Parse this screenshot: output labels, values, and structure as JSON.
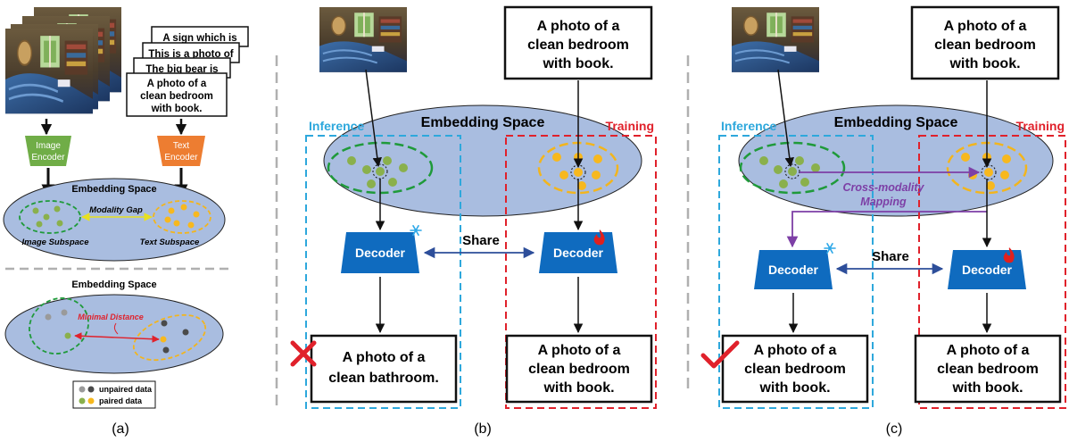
{
  "panel_a": {
    "caption_stack": [
      "A sign which is",
      "This is a photo of",
      "The big bear is"
    ],
    "caption_lines": [
      "A photo of a",
      "clean bedroom",
      "with book."
    ],
    "image_encoder": [
      "Image",
      "Encoder"
    ],
    "text_encoder": [
      "Text",
      "Encoder"
    ],
    "embedding_title": "Embedding Space",
    "modality_gap": "Modality Gap",
    "image_subspace": "Image Subspace",
    "text_subspace": "Text Subspace",
    "embedding_title_2": "Embedding Space",
    "minimal_distance": "Minimal Distance",
    "legend_unpaired": "unpaired data",
    "legend_paired": "paired data",
    "label": "(a)"
  },
  "panel_b": {
    "input_caption": [
      "A photo of a",
      "clean bedroom",
      "with book."
    ],
    "embedding_title": "Embedding Space",
    "inference": "Inference",
    "training": "Training",
    "decoder_left": "Decoder",
    "decoder_right": "Decoder",
    "share": "Share",
    "output_left": [
      "A photo of a",
      "clean bathroom."
    ],
    "output_right": [
      "A photo of a",
      "clean bedroom",
      "with book."
    ],
    "label": "(b)"
  },
  "panel_c": {
    "input_caption": [
      "A photo of a",
      "clean bedroom",
      "with book."
    ],
    "embedding_title": "Embedding Space",
    "inference": "Inference",
    "training": "Training",
    "mapping": [
      "Cross-modality",
      "Mapping"
    ],
    "decoder_left": "Decoder",
    "decoder_right": "Decoder",
    "share": "Share",
    "output_left": [
      "A photo of a",
      "clean bedroom",
      "with book."
    ],
    "output_right": [
      "A photo of a",
      "clean bedroom",
      "with book."
    ],
    "label": "(c)"
  },
  "colors": {
    "ellipse_fill": "#a9bde0",
    "decoder": "#0f6bbf",
    "inference": "#2ea8dc",
    "training": "#e0212b",
    "green_dot": "#8ab04c",
    "yellow_dot": "#f7b81e",
    "gray_dot": "#9a9a9a",
    "dark_dot": "#4a4a4a",
    "image_encoder": "#70ad47",
    "text_encoder": "#ed7d31",
    "mapping": "#7d3fa6"
  }
}
